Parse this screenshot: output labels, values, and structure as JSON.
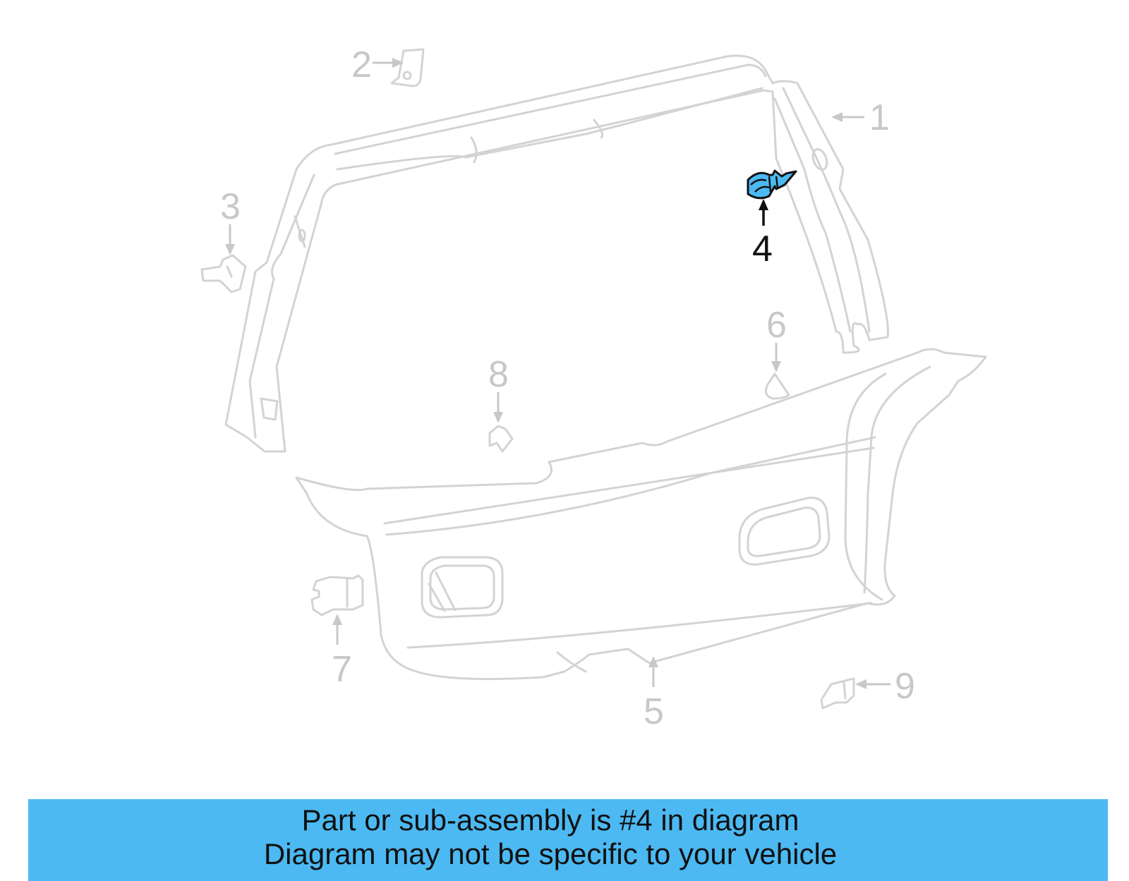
{
  "diagram": {
    "highlight_color": "#4cb9f2",
    "highlighted_part": "4",
    "callouts": [
      {
        "number": "1"
      },
      {
        "number": "2"
      },
      {
        "number": "3"
      },
      {
        "number": "4"
      },
      {
        "number": "5"
      },
      {
        "number": "6"
      },
      {
        "number": "7"
      },
      {
        "number": "8"
      },
      {
        "number": "9"
      }
    ]
  },
  "banner": {
    "background": "#4cb9f2",
    "line1": "Part or sub-assembly is #4 in diagram",
    "line2": "Diagram may not be specific to your vehicle"
  }
}
